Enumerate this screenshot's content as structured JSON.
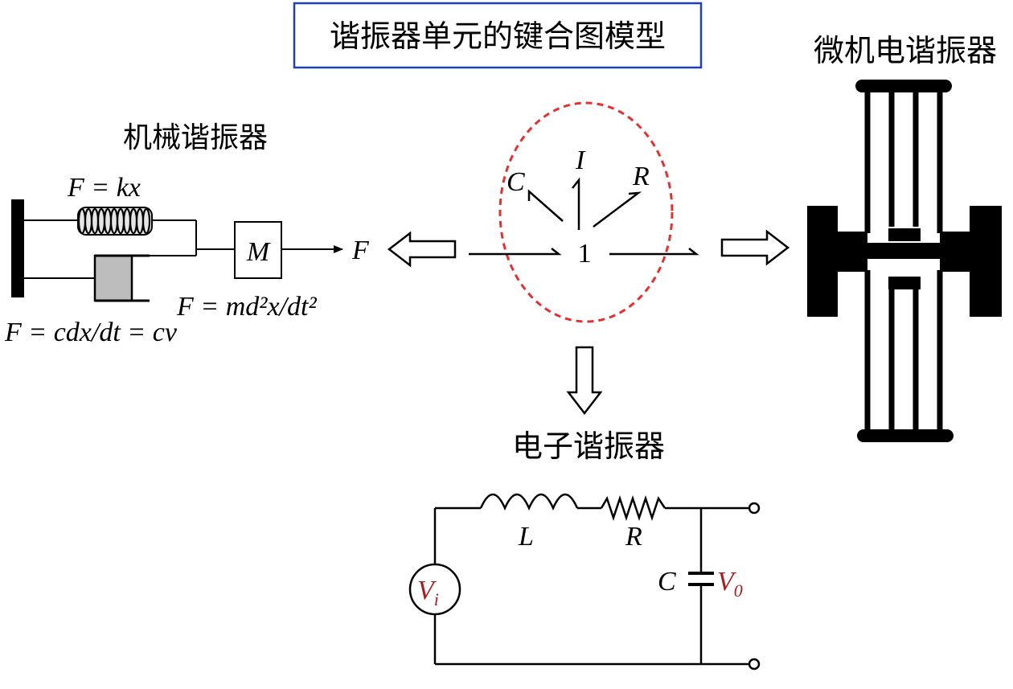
{
  "title": "谐振器单元的键合图模型",
  "colors": {
    "title_border": "#1f3fbf",
    "ellipse": "#e53030",
    "voltage": "#a52020",
    "ink": "#000000"
  },
  "mechanical": {
    "heading": "机械谐振器",
    "spring_label": "F = kx",
    "mass_label": "M",
    "force_label": "F",
    "mass_eq": "F = md²x/dt²",
    "damper_eq": "F = cdx/dt = cv"
  },
  "bond_graph": {
    "junction": "1",
    "c_label": "C",
    "i_label": "I",
    "r_label": "R"
  },
  "mems": {
    "heading": "微机电谐振器"
  },
  "electronic": {
    "heading": "电子谐振器",
    "inductor": "L",
    "resistor": "R",
    "capacitor": "C",
    "source_v": "V",
    "source_sub": "i",
    "output_v": "V",
    "output_sub": "0"
  }
}
